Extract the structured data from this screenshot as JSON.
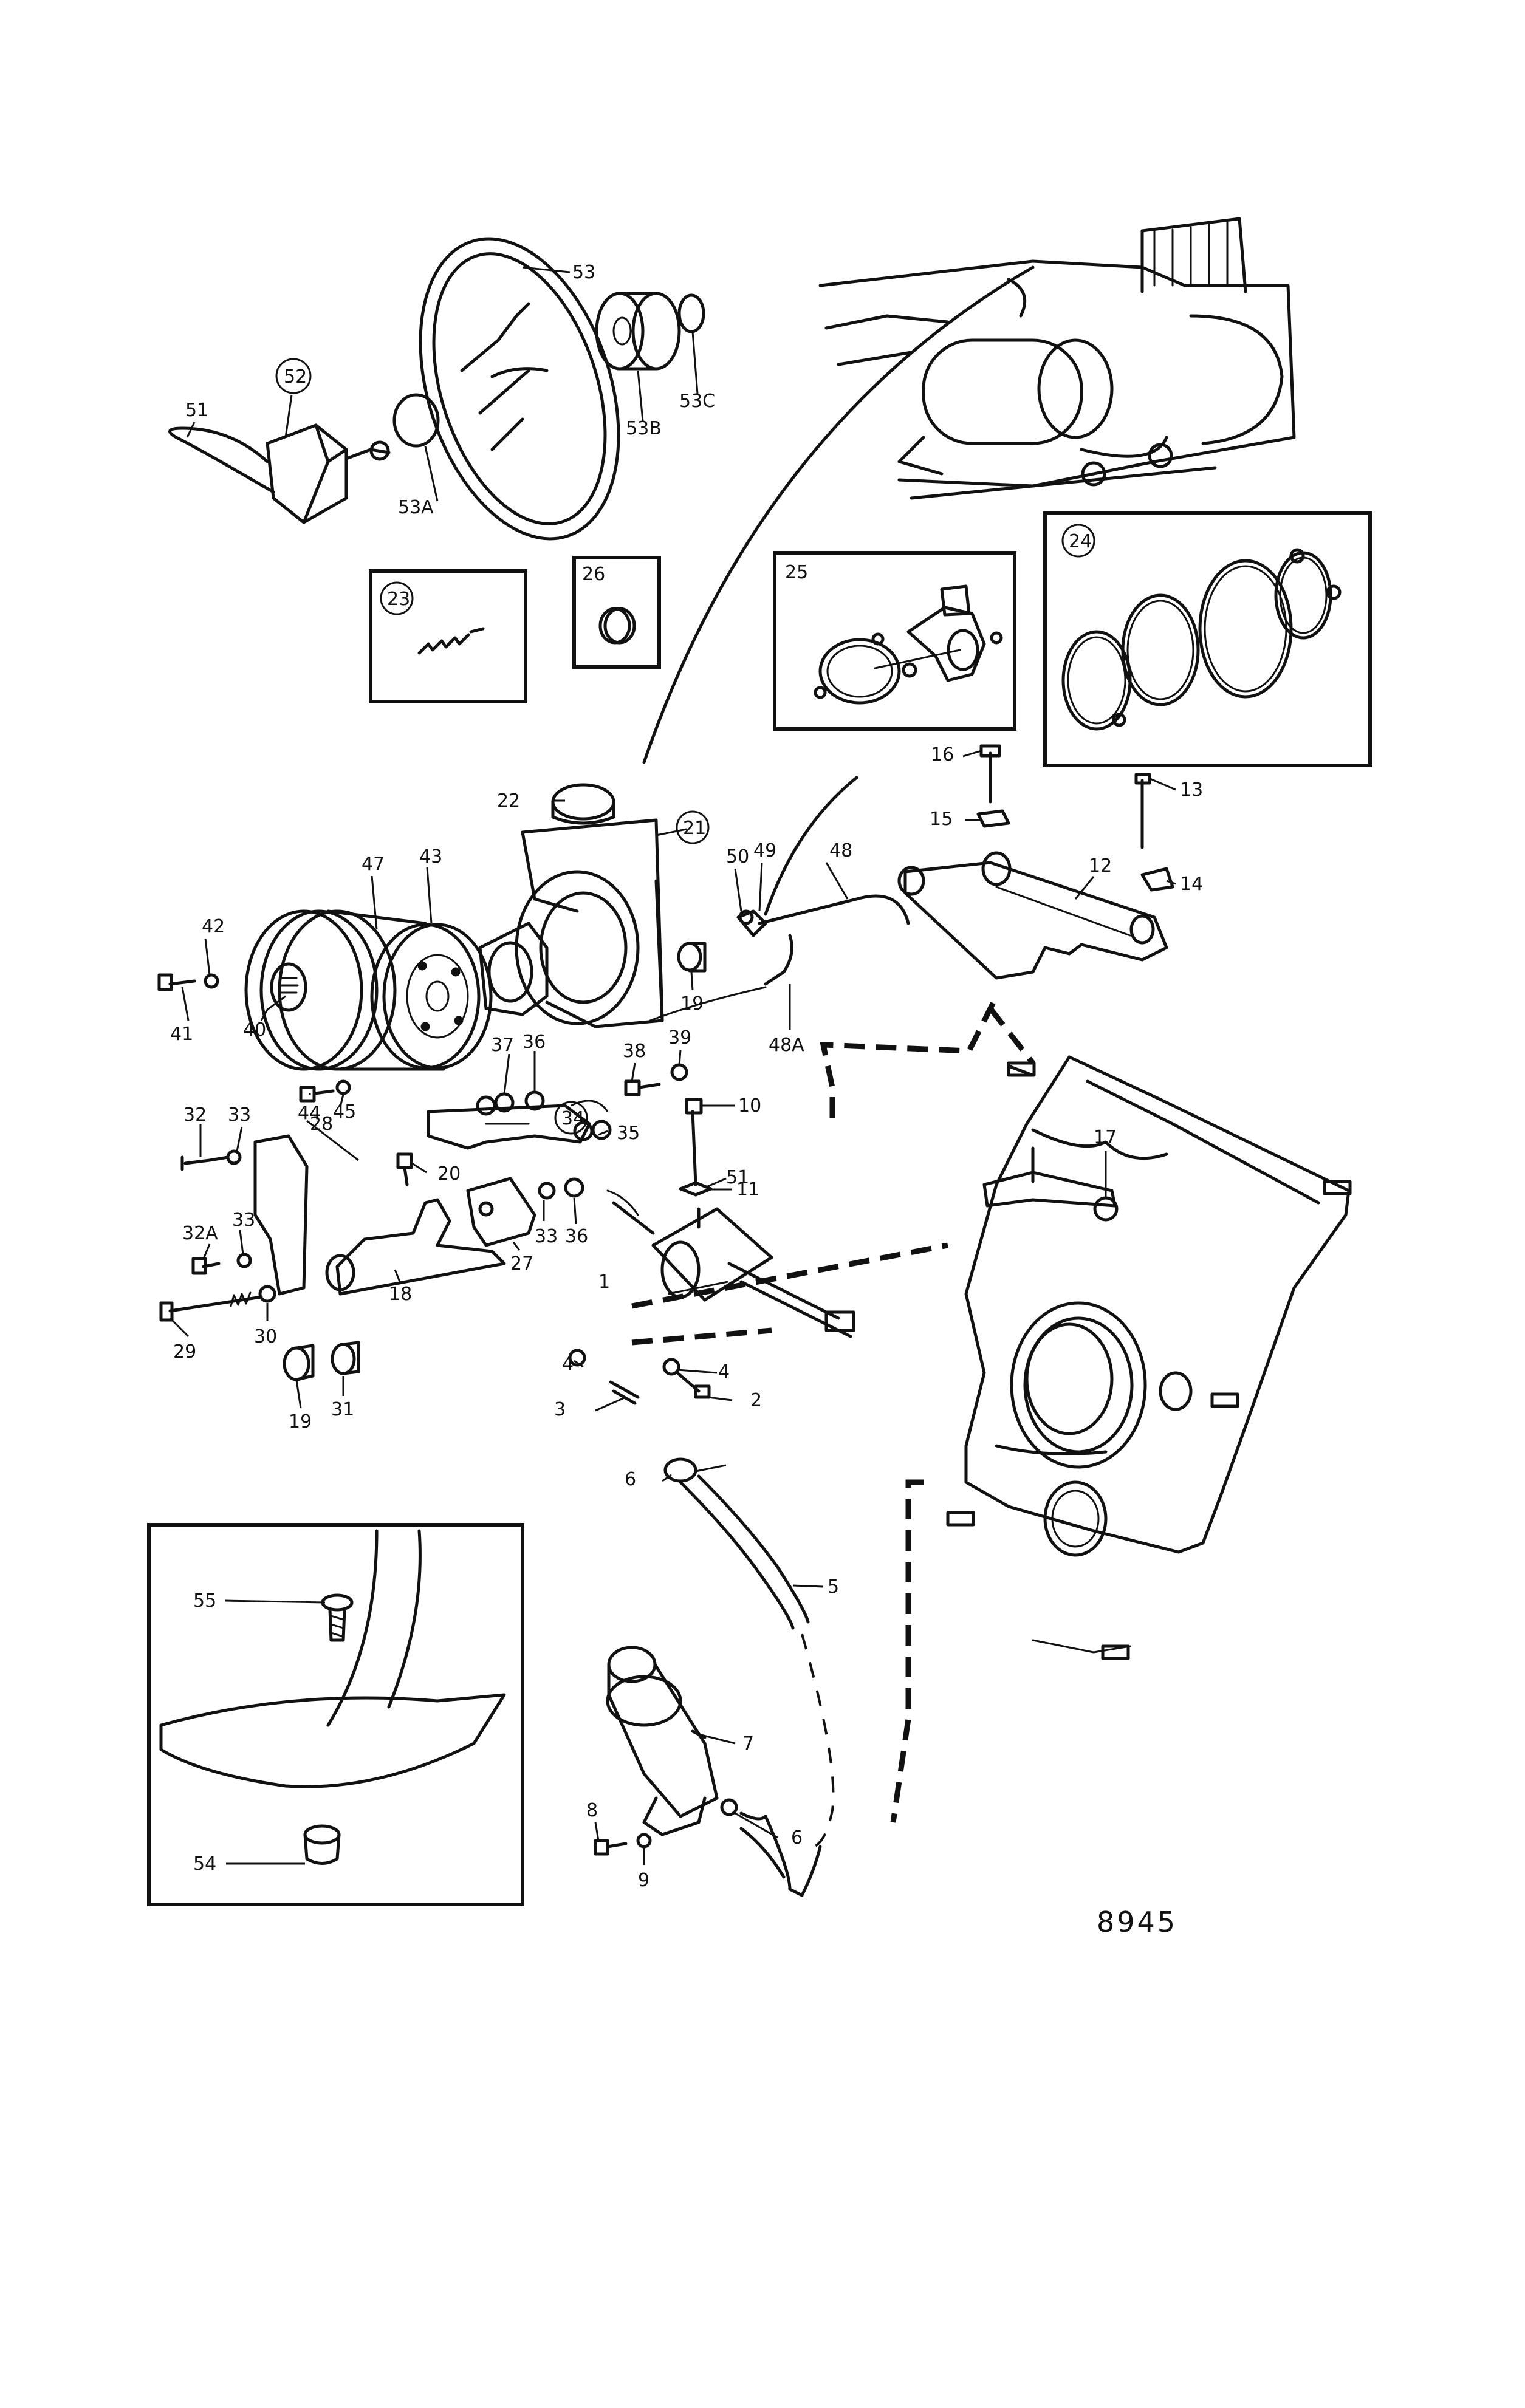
{
  "figure_number": "8945",
  "callouts": [
    {
      "id": "c1",
      "label": "1",
      "circled": false
    },
    {
      "id": "c2",
      "label": "2",
      "circled": false
    },
    {
      "id": "c3",
      "label": "3",
      "circled": false
    },
    {
      "id": "c4a",
      "label": "4",
      "circled": false
    },
    {
      "id": "c4b",
      "label": "4",
      "circled": false
    },
    {
      "id": "c5",
      "label": "5",
      "circled": false
    },
    {
      "id": "c6a",
      "label": "6",
      "circled": false
    },
    {
      "id": "c6b",
      "label": "6",
      "circled": false
    },
    {
      "id": "c7",
      "label": "7",
      "circled": false
    },
    {
      "id": "c8",
      "label": "8",
      "circled": false
    },
    {
      "id": "c9",
      "label": "9",
      "circled": false
    },
    {
      "id": "c10",
      "label": "10",
      "circled": false
    },
    {
      "id": "c11",
      "label": "11",
      "circled": false
    },
    {
      "id": "c12",
      "label": "12",
      "circled": false
    },
    {
      "id": "c13",
      "label": "13",
      "circled": false
    },
    {
      "id": "c14",
      "label": "14",
      "circled": false
    },
    {
      "id": "c15",
      "label": "15",
      "circled": false
    },
    {
      "id": "c16",
      "label": "16",
      "circled": false
    },
    {
      "id": "c17",
      "label": "17",
      "circled": false
    },
    {
      "id": "c18",
      "label": "18",
      "circled": false
    },
    {
      "id": "c19a",
      "label": "19",
      "circled": false
    },
    {
      "id": "c19b",
      "label": "19",
      "circled": false
    },
    {
      "id": "c20",
      "label": "20",
      "circled": false
    },
    {
      "id": "c21",
      "label": "21",
      "circled": true
    },
    {
      "id": "c22",
      "label": "22",
      "circled": false
    },
    {
      "id": "c23",
      "label": "23",
      "circled": true
    },
    {
      "id": "c24",
      "label": "24",
      "circled": true
    },
    {
      "id": "c25",
      "label": "25",
      "circled": false
    },
    {
      "id": "c26",
      "label": "26",
      "circled": false
    },
    {
      "id": "c27",
      "label": "27",
      "circled": false
    },
    {
      "id": "c28",
      "label": "28",
      "circled": false
    },
    {
      "id": "c29",
      "label": "29",
      "circled": false
    },
    {
      "id": "c30",
      "label": "30",
      "circled": false
    },
    {
      "id": "c31",
      "label": "31",
      "circled": false
    },
    {
      "id": "c32",
      "label": "32",
      "circled": false
    },
    {
      "id": "c32a",
      "label": "32A",
      "circled": false
    },
    {
      "id": "c33a",
      "label": "33",
      "circled": false
    },
    {
      "id": "c33b",
      "label": "33",
      "circled": false
    },
    {
      "id": "c33c",
      "label": "33",
      "circled": false
    },
    {
      "id": "c34",
      "label": "34",
      "circled": true
    },
    {
      "id": "c35",
      "label": "35",
      "circled": false
    },
    {
      "id": "c36a",
      "label": "36",
      "circled": false
    },
    {
      "id": "c36b",
      "label": "36",
      "circled": false
    },
    {
      "id": "c37",
      "label": "37",
      "circled": false
    },
    {
      "id": "c38",
      "label": "38",
      "circled": false
    },
    {
      "id": "c39",
      "label": "39",
      "circled": false
    },
    {
      "id": "c40",
      "label": "40",
      "circled": false
    },
    {
      "id": "c41",
      "label": "41",
      "circled": false
    },
    {
      "id": "c42",
      "label": "42",
      "circled": false
    },
    {
      "id": "c43",
      "label": "43",
      "circled": false
    },
    {
      "id": "c44",
      "label": "44",
      "circled": false
    },
    {
      "id": "c45",
      "label": "45",
      "circled": false
    },
    {
      "id": "c47",
      "label": "47",
      "circled": false
    },
    {
      "id": "c48",
      "label": "48",
      "circled": false
    },
    {
      "id": "c48a",
      "label": "48A",
      "circled": false
    },
    {
      "id": "c49",
      "label": "49",
      "circled": false
    },
    {
      "id": "c50",
      "label": "50",
      "circled": false
    },
    {
      "id": "c51a",
      "label": "51",
      "circled": false
    },
    {
      "id": "c51b",
      "label": "51",
      "circled": false
    },
    {
      "id": "c52",
      "label": "52",
      "circled": true
    },
    {
      "id": "c53",
      "label": "53",
      "circled": false
    },
    {
      "id": "c53a",
      "label": "53A",
      "circled": false
    },
    {
      "id": "c53b",
      "label": "53B",
      "circled": false
    },
    {
      "id": "c53c",
      "label": "53C",
      "circled": false
    },
    {
      "id": "c54",
      "label": "54",
      "circled": false
    },
    {
      "id": "c55",
      "label": "55",
      "circled": false
    }
  ]
}
